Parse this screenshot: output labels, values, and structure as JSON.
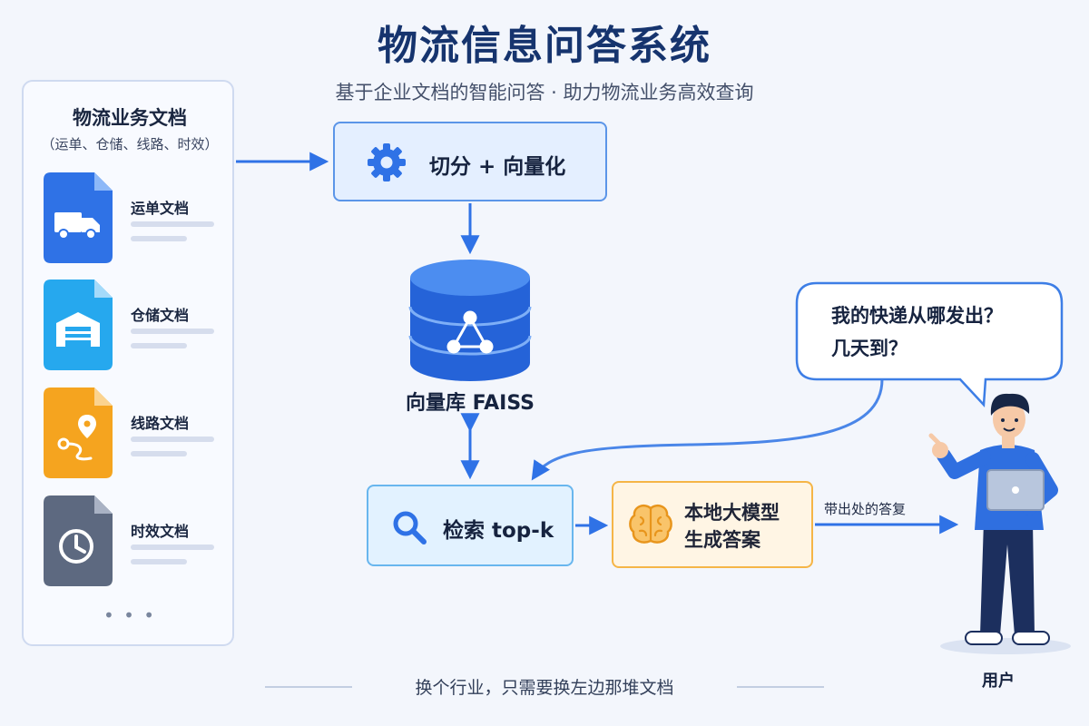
{
  "header": {
    "title": "物流信息问答系统",
    "subtitle": "基于企业文档的智能问答 · 助力物流业务高效查询"
  },
  "documents": {
    "title": "物流业务文档",
    "subtitle": "（运单、仓储、线路、时效）",
    "items": [
      {
        "label": "运单文档",
        "icon": "truck-icon",
        "color": "#2f72e6"
      },
      {
        "label": "仓储文档",
        "icon": "warehouse-icon",
        "color": "#26a8ee"
      },
      {
        "label": "线路文档",
        "icon": "route-icon",
        "color": "#f5a41f"
      },
      {
        "label": "时效文档",
        "icon": "clock-icon",
        "color": "#5d6980"
      }
    ],
    "more": "• • •"
  },
  "pipeline": {
    "split_label": "切分 + 向量化",
    "vector_db_label": "向量库 FAISS",
    "search_label": "检索 top-k",
    "llm_label_line1": "本地大模型",
    "llm_label_line2": "生成答案",
    "output_label": "带出处的答复"
  },
  "user": {
    "question_line1": "我的快递从哪发出？",
    "question_line2": "几天到？",
    "label": "用户"
  },
  "footer": {
    "note": "换个行业，只需要换左边那堆文档"
  },
  "colors": {
    "accent": "#2f72e6",
    "split_border": "#5b95e8",
    "search_border": "#68b6ee",
    "llm_border": "#f5b547"
  }
}
